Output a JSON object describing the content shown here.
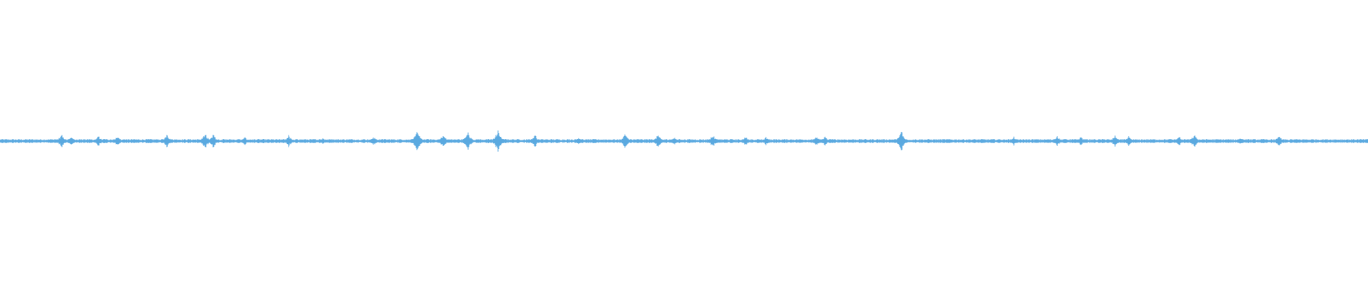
{
  "waveform": {
    "color": "#5aa9e0",
    "baseline_amplitude": 0.012,
    "spikes": [
      {
        "pos": 0.045,
        "amp": 0.05
      },
      {
        "pos": 0.052,
        "amp": 0.035
      },
      {
        "pos": 0.072,
        "amp": 0.04
      },
      {
        "pos": 0.086,
        "amp": 0.04
      },
      {
        "pos": 0.122,
        "amp": 0.055
      },
      {
        "pos": 0.15,
        "amp": 0.06
      },
      {
        "pos": 0.156,
        "amp": 0.05
      },
      {
        "pos": 0.179,
        "amp": 0.03
      },
      {
        "pos": 0.211,
        "amp": 0.045
      },
      {
        "pos": 0.236,
        "amp": 0.025
      },
      {
        "pos": 0.273,
        "amp": 0.035
      },
      {
        "pos": 0.305,
        "amp": 0.08
      },
      {
        "pos": 0.324,
        "amp": 0.05
      },
      {
        "pos": 0.342,
        "amp": 0.07
      },
      {
        "pos": 0.364,
        "amp": 0.09
      },
      {
        "pos": 0.391,
        "amp": 0.05
      },
      {
        "pos": 0.423,
        "amp": 0.03
      },
      {
        "pos": 0.457,
        "amp": 0.055
      },
      {
        "pos": 0.481,
        "amp": 0.05
      },
      {
        "pos": 0.493,
        "amp": 0.035
      },
      {
        "pos": 0.521,
        "amp": 0.05
      },
      {
        "pos": 0.545,
        "amp": 0.035
      },
      {
        "pos": 0.56,
        "amp": 0.03
      },
      {
        "pos": 0.597,
        "amp": 0.035
      },
      {
        "pos": 0.603,
        "amp": 0.035
      },
      {
        "pos": 0.659,
        "amp": 0.08
      },
      {
        "pos": 0.741,
        "amp": 0.035
      },
      {
        "pos": 0.773,
        "amp": 0.04
      },
      {
        "pos": 0.79,
        "amp": 0.035
      },
      {
        "pos": 0.815,
        "amp": 0.04
      },
      {
        "pos": 0.825,
        "amp": 0.035
      },
      {
        "pos": 0.862,
        "amp": 0.035
      },
      {
        "pos": 0.873,
        "amp": 0.05
      },
      {
        "pos": 0.907,
        "amp": 0.03
      },
      {
        "pos": 0.935,
        "amp": 0.045
      }
    ]
  }
}
